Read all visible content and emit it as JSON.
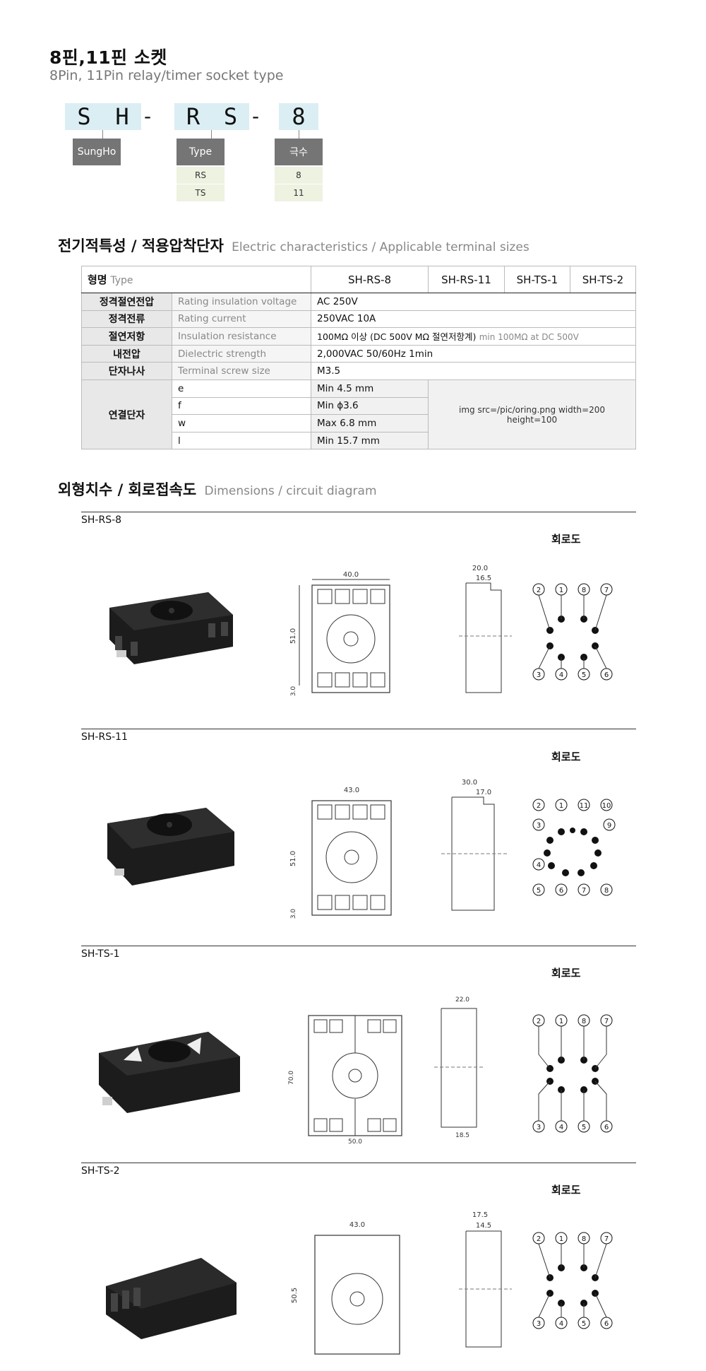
{
  "header": {
    "title_ko": "8핀,11핀 소켓",
    "title_en": "8Pin, 11Pin relay/timer socket type"
  },
  "model_code": {
    "part1": [
      "S",
      "H"
    ],
    "part2": [
      "R",
      "S"
    ],
    "part3": "8",
    "dash": "-",
    "label1": "SungHo",
    "label2": "Type",
    "label3": "극수",
    "type_values": [
      "RS",
      "TS"
    ],
    "pole_values": [
      "8",
      "11"
    ]
  },
  "section_electric": {
    "title_ko": "전기적특성 / 적용압착단자",
    "title_en": "Electric characteristics / Applicable terminal sizes"
  },
  "spec_table": {
    "header_ko": "형명",
    "header_en": "Type",
    "models": [
      "SH-RS-8",
      "SH-RS-11",
      "SH-TS-1",
      "SH-TS-2"
    ],
    "rows": [
      {
        "ko": "정격절연전압",
        "en": "Rating insulation voltage",
        "value": "AC 250V"
      },
      {
        "ko": "정격전류",
        "en": "Rating current",
        "value": "250VAC 10A"
      },
      {
        "ko": "절연저항",
        "en": "Insulation resistance",
        "value": "100MΩ 이상 (DC 500V MΩ 절연저항계)",
        "value_note": "min 100MΩ at DC 500V"
      },
      {
        "ko": "내전압",
        "en": "Dielectric strength",
        "value": "2,000VAC 50/60Hz 1min"
      },
      {
        "ko": "단자나사",
        "en": "Terminal screw size",
        "value": "M3.5"
      }
    ],
    "terminal_label": "연결단자",
    "terminals": [
      {
        "sym": "e",
        "value": "Min 4.5 mm"
      },
      {
        "sym": "f",
        "value": "Min ϕ3.6"
      },
      {
        "sym": "w",
        "value": "Max 6.8 mm"
      },
      {
        "sym": "l",
        "value": "Min 15.7 mm"
      }
    ],
    "image_placeholder": "img src=/pic/oring.png width=200 height=100"
  },
  "section_dims": {
    "title_ko": "외형치수 / 회로접속도",
    "title_en": "Dimensions / circuit diagram"
  },
  "circuit_label": "회로도",
  "products": [
    {
      "name": "SH-RS-8",
      "width_dim": "40.0",
      "height_dim": "51.0",
      "base_dim": "3.0",
      "side_top": "20.0",
      "side_inner": "16.5",
      "pins_top": [
        "2",
        "1",
        "8",
        "7"
      ],
      "pins_bottom": [
        "3",
        "4",
        "5",
        "6"
      ]
    },
    {
      "name": "SH-RS-11",
      "width_dim": "43.0",
      "height_dim": "51.0",
      "base_dim": "3.0",
      "side_top": "30.0",
      "side_inner": "17.0",
      "pins_top": [
        "2",
        "1",
        "11",
        "10"
      ],
      "pins_left": [
        "3",
        "4"
      ],
      "pins_right": [
        "9"
      ],
      "pins_bottom": [
        "5",
        "6",
        "7",
        "8"
      ]
    },
    {
      "name": "SH-TS-1",
      "width_dim": "50.0",
      "height_dim": "70.0",
      "side_top": "22.0",
      "side_bottom": "18.5",
      "pins_top": [
        "2",
        "1",
        "8",
        "7"
      ],
      "pins_bottom": [
        "3",
        "4",
        "5",
        "6"
      ]
    },
    {
      "name": "SH-TS-2",
      "width_dim": "43.0",
      "height_dim": "50.5",
      "side_top": "17.5",
      "side_inner": "14.5",
      "pins_top": [
        "2",
        "1",
        "8",
        "7"
      ],
      "pins_bottom": [
        "3",
        "4",
        "5",
        "6"
      ]
    }
  ]
}
